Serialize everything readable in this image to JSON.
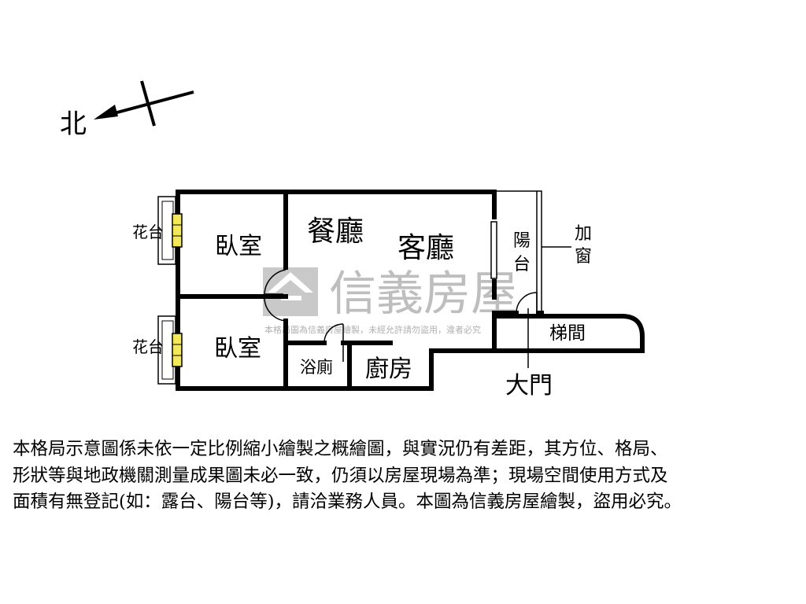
{
  "compass": {
    "label": "北"
  },
  "rooms": {
    "bedroom_top": "臥室",
    "bedroom_bottom": "臥室",
    "dining": "餐廳",
    "living": "客廳",
    "bathroom": "浴廁",
    "kitchen": "廚房",
    "balcony_line1": "陽",
    "balcony_line2": "台",
    "stairwell": "梯間"
  },
  "planters": {
    "top": "花台",
    "bottom": "花台"
  },
  "annotations": {
    "added_window_line1": "加",
    "added_window_line2": "窗",
    "main_door": "大門"
  },
  "watermark": {
    "brand": "信義房屋",
    "notice": "本格局圖為信義房屋繪製，未經允許請勿盜用，違者必究"
  },
  "disclaimer": {
    "line1": "本格局示意圖係未依一定比例縮小繪製之概繪圖，與實況仍有差距，其方位、格局、",
    "line2": "形狀等與地政機關測量成果圖未必一致，仍須以房屋現場為準；現場空間使用方式及",
    "line3": "面積有無登記(如：露台、陽台等)，請洽業務人員。本圖為信義房屋繪製，盜用必究。"
  },
  "colors": {
    "wall": "#000000",
    "planter_fill": "#f2e85a",
    "watermark": "#b8b8b8"
  }
}
